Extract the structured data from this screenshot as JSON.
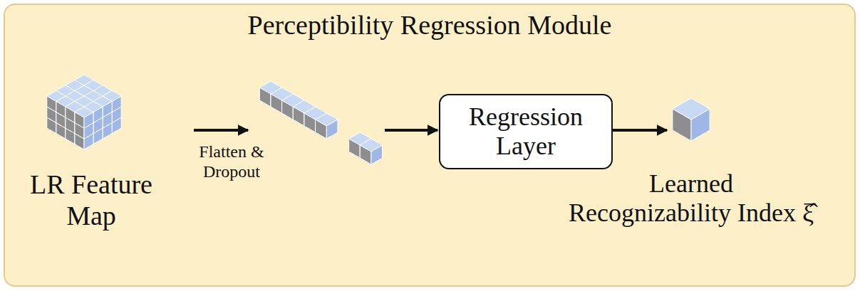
{
  "diagram": {
    "nodes": [
      {
        "text": [
          "Perceptibility Regression Module"
        ]
      },
      {
        "text": [
          "Regression Layer"
        ],
        "in": 0
      }
    ],
    "labels": [
      "LR Feature Map",
      "Flatten & Dropout",
      "Learned Recognizability Index ξ̂"
    ]
  }
}
